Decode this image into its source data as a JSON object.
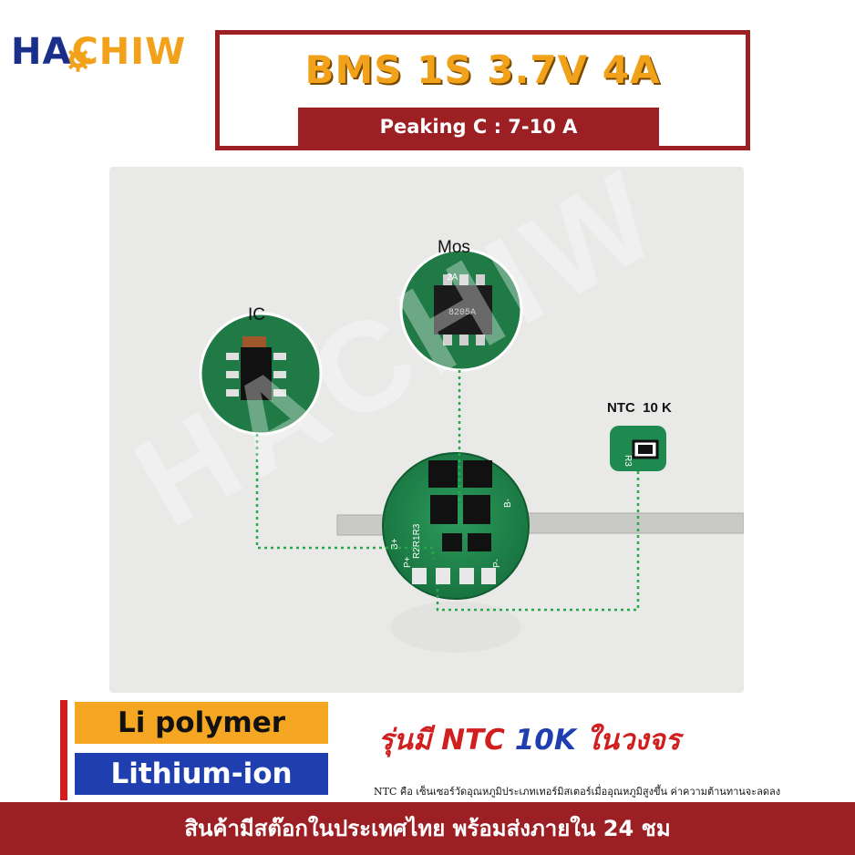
{
  "logo": {
    "part1": "HA",
    "part2": "CHIW"
  },
  "title": {
    "main": "BMS 1S 3.7V 4A",
    "sub": "Peaking C : 7-10 A"
  },
  "callouts": {
    "ic": "IC",
    "mos": "Mos",
    "ntc": "NTC  10 K"
  },
  "pcb_markings": {
    "b_minus": "B-",
    "b_plus": "B+",
    "p_plus": "P+",
    "p_minus": "P-",
    "resistors": "R2R1R3",
    "r3": "R3",
    "chip": "8205A",
    "mos_mark": "2A"
  },
  "watermark": "HACHIW",
  "tags": {
    "poly": "Li polymer",
    "ion": "Lithium-ion"
  },
  "headline": {
    "red_part": "รุ่นมี NTC",
    "blue_part": "10K",
    "red_tail": "ในวงจร"
  },
  "description": "NTC คือ เซ็นเซอร์วัดอุณหภูมิประเภทเทอร์มิสเตอร์เมื่ออุณหภูมิสูงขึ้น ค่าความต้านทานจะลดลง",
  "banner": "สินค้ามีสต๊อกในประเทศไทย พร้อมส่งภายใน 24 ชม",
  "colors": {
    "brand_red": "#9c1f24",
    "gold": "#f2a21a",
    "navy": "#1a2f8a",
    "pcb_green": "#1e8a4f",
    "callout_green": "#27a84a"
  }
}
